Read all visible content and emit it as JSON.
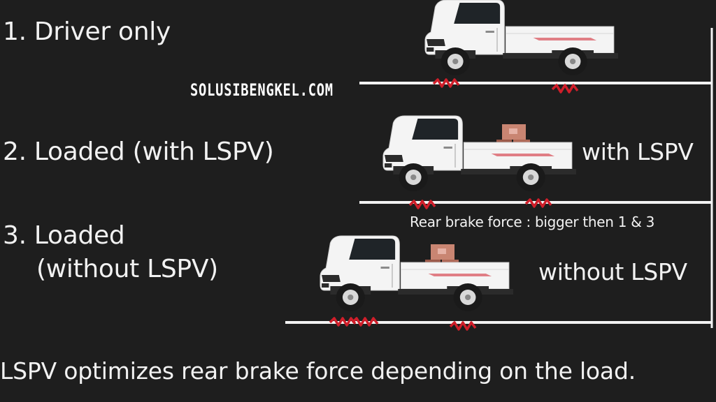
{
  "scenarios": [
    {
      "label": "1. Driver only"
    },
    {
      "label": "2. Loaded (with LSPV)",
      "side_label": "with LSPV"
    },
    {
      "label_line1": "3. Loaded",
      "label_line2": "(without LSPV)",
      "side_label": "without LSPV"
    }
  ],
  "note": "Rear brake force : bigger then 1 & 3",
  "watermark": "SOLUSIBENGKEL.COM",
  "footer": "LSPV optimizes rear brake force depending on the load.",
  "colors": {
    "background": "#1e1e1e",
    "text": "#f2f2f2",
    "accent": "#d01e2a",
    "truck": "#f4f4f4"
  }
}
